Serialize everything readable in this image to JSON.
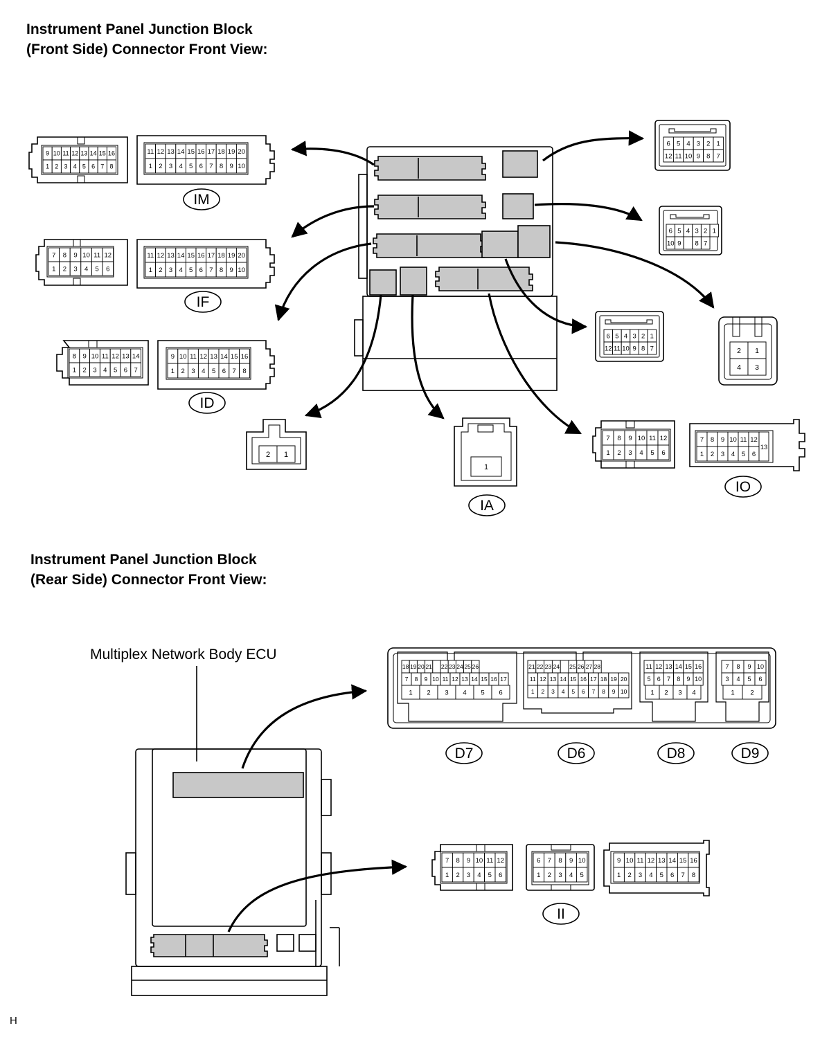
{
  "headings": {
    "front": "Instrument Panel Junction Block\n(Front Side) Connector Front View:",
    "rear": "Instrument Panel Junction Block\n(Rear Side) Connector Front View:"
  },
  "ecu_label": "Multiplex Network Body ECU",
  "footer_code": "H",
  "connector_ids": [
    "IM",
    "IF",
    "ID",
    "IA",
    "IO",
    "D7",
    "D6",
    "D8",
    "D9",
    "II"
  ],
  "connectors": {
    "im_small": {
      "top": [
        "9",
        "10",
        "11",
        "12",
        "13",
        "14",
        "15",
        "16"
      ],
      "bottom": [
        "1",
        "2",
        "3",
        "4",
        "5",
        "6",
        "7",
        "8"
      ]
    },
    "im_large": {
      "top": [
        "11",
        "12",
        "13",
        "14",
        "15",
        "16",
        "17",
        "18",
        "19",
        "20"
      ],
      "bottom": [
        "1",
        "2",
        "3",
        "4",
        "5",
        "6",
        "7",
        "8",
        "9",
        "10"
      ]
    },
    "if_small": {
      "top": [
        "7",
        "8",
        "9",
        "10",
        "11",
        "12"
      ],
      "bottom": [
        "1",
        "2",
        "3",
        "4",
        "5",
        "6"
      ]
    },
    "if_large": {
      "top": [
        "11",
        "12",
        "13",
        "14",
        "15",
        "16",
        "17",
        "18",
        "19",
        "20"
      ],
      "bottom": [
        "1",
        "2",
        "3",
        "4",
        "5",
        "6",
        "7",
        "8",
        "9",
        "10"
      ]
    },
    "id_small": {
      "top": [
        "8",
        "9",
        "10",
        "11",
        "12",
        "13",
        "14"
      ],
      "bottom": [
        "1",
        "2",
        "3",
        "4",
        "5",
        "6",
        "7"
      ]
    },
    "id_large": {
      "top": [
        "9",
        "10",
        "11",
        "12",
        "13",
        "14",
        "15",
        "16"
      ],
      "bottom": [
        "1",
        "2",
        "3",
        "4",
        "5",
        "6",
        "7",
        "8"
      ]
    },
    "conn_2pin": {
      "top": [
        "2",
        "1"
      ]
    },
    "ia": {
      "top": [
        "1"
      ]
    },
    "io_small": {
      "top": [
        "7",
        "8",
        "9",
        "10",
        "11",
        "12"
      ],
      "bottom": [
        "1",
        "2",
        "3",
        "4",
        "5",
        "6"
      ]
    },
    "io_large": {
      "top": [
        "7",
        "8",
        "9",
        "10",
        "11",
        "12"
      ],
      "bottom": [
        "1",
        "2",
        "3",
        "4",
        "5",
        "6"
      ],
      "side": "13"
    },
    "r12_a": {
      "top": [
        "6",
        "5",
        "4",
        "3",
        "2",
        "1"
      ],
      "bottom": [
        "12",
        "11",
        "10",
        "9",
        "8",
        "7"
      ]
    },
    "r10": {
      "top": [
        "6",
        "5",
        "4",
        "3",
        "2",
        "1"
      ],
      "bottom": [
        "10",
        "9",
        "",
        "8",
        "7"
      ]
    },
    "r12_b": {
      "top": [
        "6",
        "5",
        "4",
        "3",
        "2",
        "1"
      ],
      "bottom": [
        "12",
        "11",
        "10",
        "9",
        "8",
        "7"
      ]
    },
    "r4": {
      "top": [
        "2",
        "1"
      ],
      "bottom": [
        "4",
        "3"
      ]
    },
    "d7": {
      "row1": [
        "18",
        "19",
        "20",
        "21",
        "",
        "22",
        "23",
        "24",
        "25",
        "26"
      ],
      "row2": [
        "7",
        "8",
        "9",
        "10",
        "11",
        "12",
        "13",
        "14",
        "15",
        "16",
        "17"
      ],
      "row3": [
        "1",
        "2",
        "3",
        "4",
        "5",
        "6"
      ]
    },
    "d6": {
      "row1": [
        "21",
        "22",
        "23",
        "24",
        "",
        "25",
        "26",
        "27",
        "28"
      ],
      "row2": [
        "11",
        "12",
        "13",
        "14",
        "15",
        "16",
        "17",
        "18",
        "19",
        "20"
      ],
      "row3": [
        "1",
        "2",
        "3",
        "4",
        "5",
        "6",
        "7",
        "8",
        "9",
        "10"
      ]
    },
    "d8": {
      "row1": [
        "11",
        "12",
        "13",
        "14",
        "15",
        "16"
      ],
      "row2": [
        "5",
        "6",
        "7",
        "8",
        "9",
        "10"
      ],
      "row3": [
        "1",
        "2",
        "3",
        "4"
      ]
    },
    "d9": {
      "row1": [
        "7",
        "8",
        "9",
        "10"
      ],
      "row2": [
        "3",
        "4",
        "5",
        "6"
      ],
      "row3": [
        "1",
        "2"
      ]
    },
    "ii_a": {
      "top": [
        "7",
        "8",
        "9",
        "10",
        "11",
        "12"
      ],
      "bottom": [
        "1",
        "2",
        "3",
        "4",
        "5",
        "6"
      ]
    },
    "ii_b": {
      "top": [
        "6",
        "7",
        "8",
        "9",
        "10"
      ],
      "bottom": [
        "1",
        "2",
        "3",
        "4",
        "5"
      ]
    },
    "ii_c": {
      "top": [
        "9",
        "10",
        "11",
        "12",
        "13",
        "14",
        "15",
        "16"
      ],
      "bottom": [
        "1",
        "2",
        "3",
        "4",
        "5",
        "6",
        "7",
        "8"
      ]
    }
  }
}
